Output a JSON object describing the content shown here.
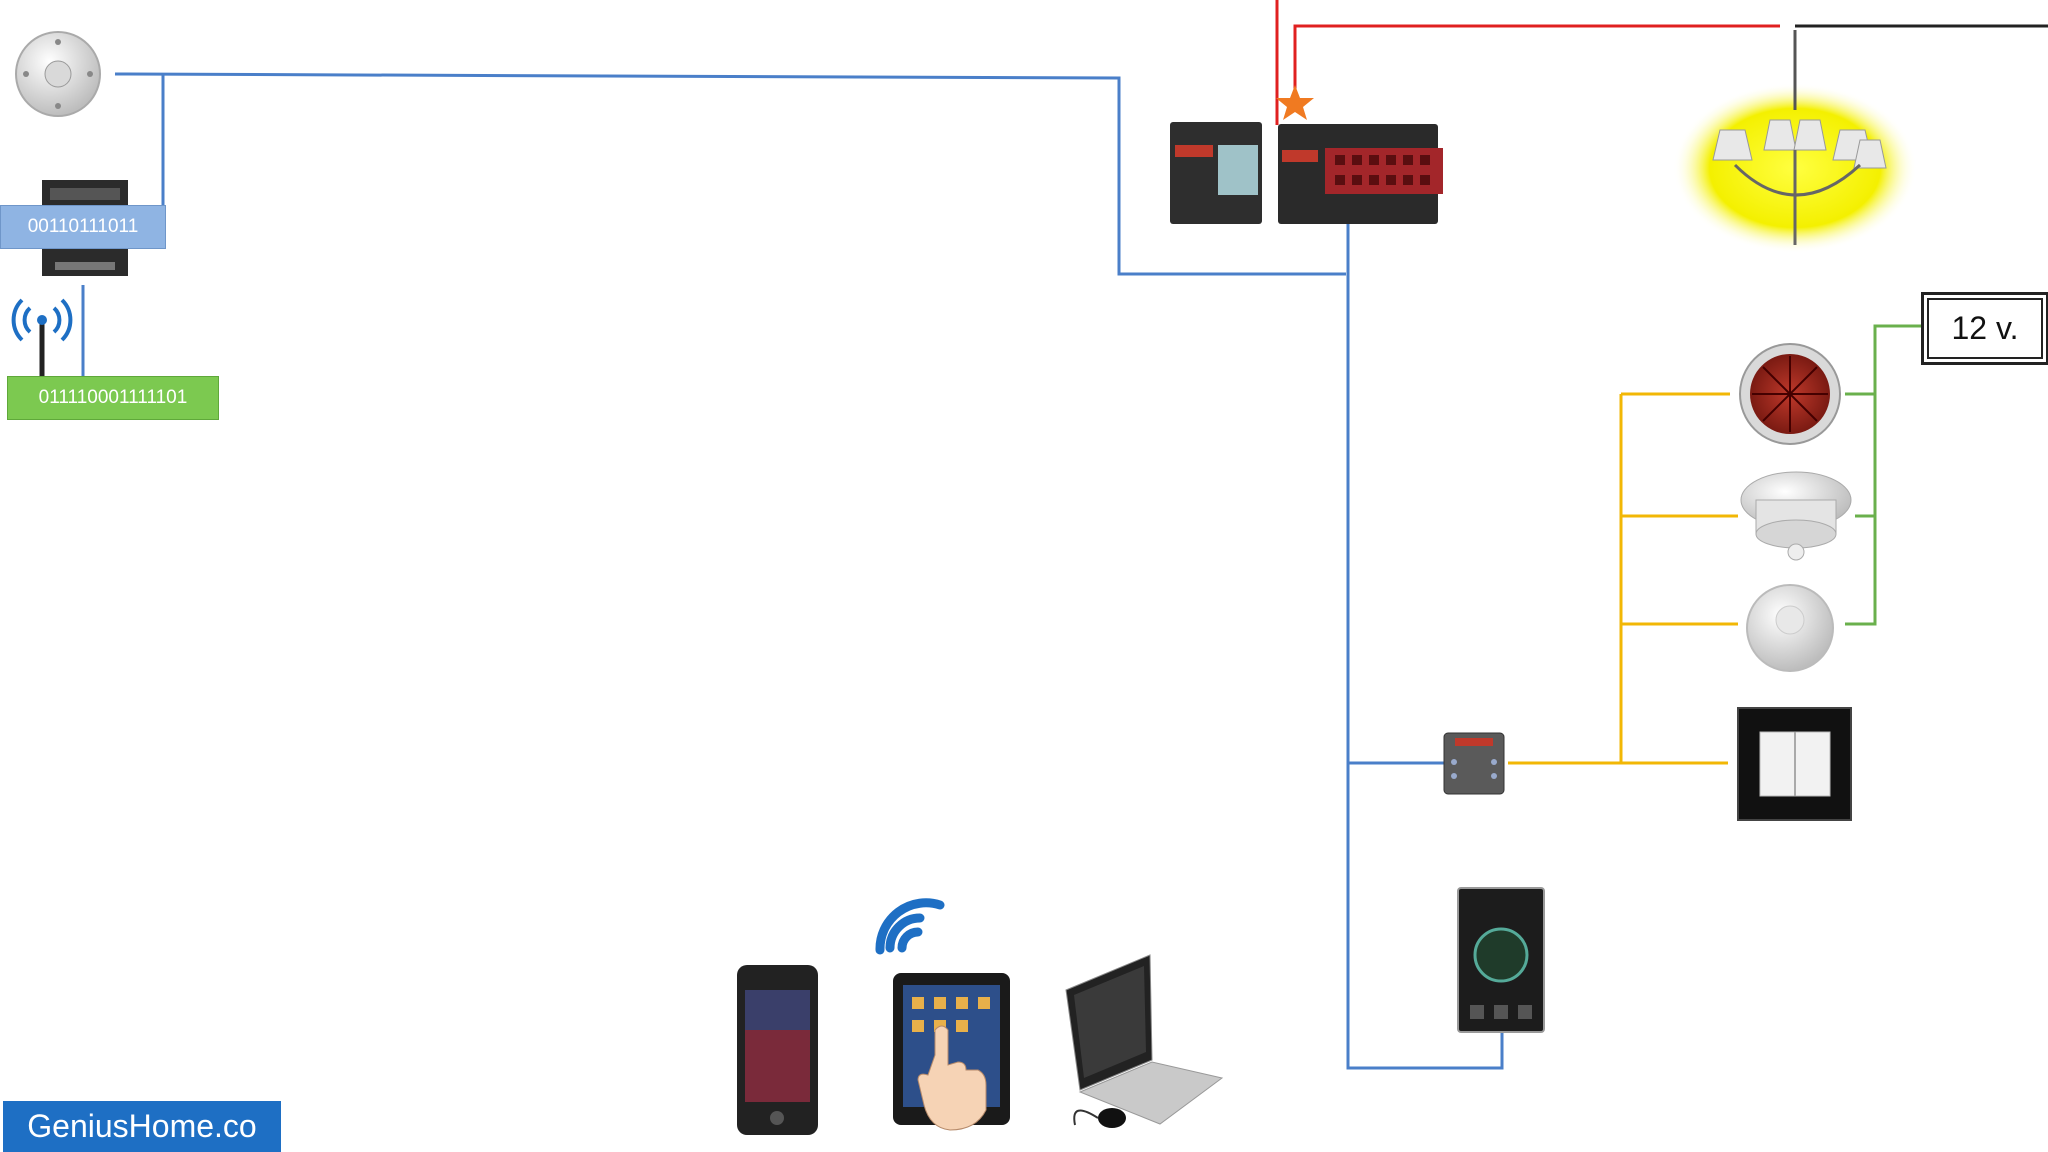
{
  "labels": {
    "binary_blue": "00110111011",
    "binary_green": "011110001111101",
    "voltage": "12 v.",
    "brand": "GeniusHome.co"
  },
  "colors": {
    "bus_line": "#4a7fc9",
    "power_line": "#e02020",
    "neutral_line": "#222222",
    "sensor_line": "#f2b705",
    "low_voltage_line": "#6ab04c",
    "brand_bg": "#1e6fc4"
  },
  "icons": [
    "ceiling-sensor-icon",
    "din-module-icon",
    "antenna-icon",
    "gateway-module-icon",
    "relay-module-icon",
    "chandelier-icon",
    "siren-icon",
    "smoke-detector-icon",
    "motion-sensor-icon",
    "wall-switch-icon",
    "input-module-icon",
    "touch-panel-icon",
    "smartphone-icon",
    "tablet-icon",
    "laptop-icon",
    "wifi-icon",
    "star-icon"
  ]
}
